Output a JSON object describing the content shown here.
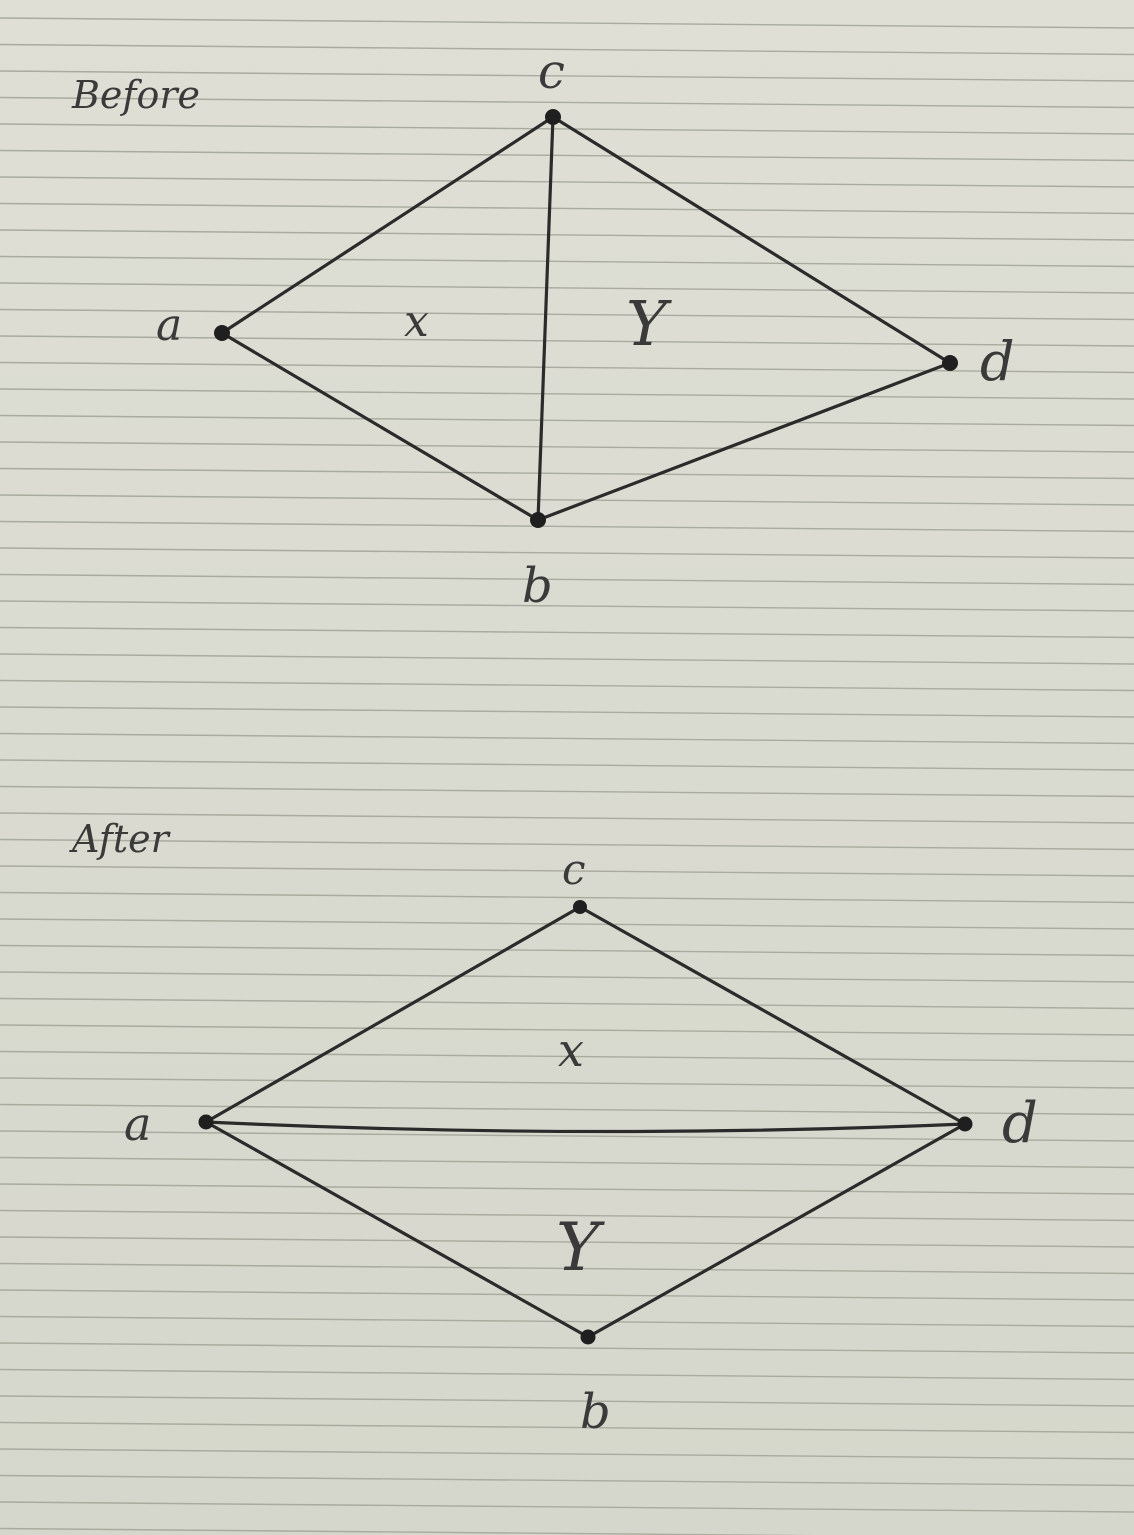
{
  "before": {
    "caption": "Before",
    "vertices": [
      {
        "id": "a",
        "label": "a"
      },
      {
        "id": "b",
        "label": "b"
      },
      {
        "id": "c",
        "label": "c"
      },
      {
        "id": "d",
        "label": "d"
      }
    ],
    "edges": [
      [
        "a",
        "c"
      ],
      [
        "a",
        "b"
      ],
      [
        "c",
        "b"
      ],
      [
        "c",
        "d"
      ],
      [
        "b",
        "d"
      ]
    ],
    "faces": [
      {
        "id": "x",
        "label": "x"
      },
      {
        "id": "y",
        "label": "Y"
      }
    ]
  },
  "after": {
    "caption": "After",
    "vertices": [
      {
        "id": "a",
        "label": "a"
      },
      {
        "id": "b",
        "label": "b"
      },
      {
        "id": "c",
        "label": "c"
      },
      {
        "id": "d",
        "label": "d"
      }
    ],
    "edges": [
      [
        "a",
        "c"
      ],
      [
        "c",
        "d"
      ],
      [
        "a",
        "d"
      ],
      [
        "a",
        "b"
      ],
      [
        "b",
        "d"
      ]
    ],
    "faces": [
      {
        "id": "x",
        "label": "x"
      },
      {
        "id": "y",
        "label": "Y"
      }
    ]
  },
  "colors": {
    "ink": "#2b2b2b",
    "paper": "#dcdcd2",
    "rule": "#a9ab9f"
  }
}
